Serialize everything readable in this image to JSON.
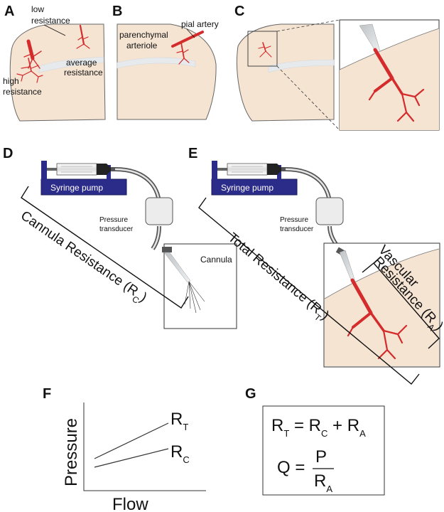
{
  "colors": {
    "tissue": "#f6e4d3",
    "vessel": "#d42c2c",
    "pump": "#2b2b8a",
    "white_matter": "#e9ecee",
    "tube_dark": "#555555",
    "outline": "#555555"
  },
  "panels": {
    "a": {
      "letter": "A",
      "label_low": "low",
      "label_low2": "resistance",
      "label_high": "high",
      "label_high2": "resistance",
      "label_avg": "average",
      "label_avg2": "resistance"
    },
    "b": {
      "letter": "B",
      "label_pial": "pial artery",
      "label_par1": "parenchymal",
      "label_par2": "arteriole"
    },
    "c": {
      "letter": "C"
    },
    "d": {
      "letter": "D",
      "pump": "Syringe pump",
      "pt1": "Pressure",
      "pt2": "transducer",
      "cannula": "Cannula",
      "resist_label": "Cannula Resistance (R",
      "resist_sub": "C",
      "resist_close": ")"
    },
    "e": {
      "letter": "E",
      "pump": "Syringe pump",
      "pt1": "Pressure",
      "pt2": "transducer",
      "total_label": "Total Resistance (R",
      "total_sub": "T",
      "total_close": ")",
      "vasc1": "Vascular",
      "vasc2": "Resistance (R",
      "vasc_sub": "A",
      "vasc_close": ")"
    },
    "f": {
      "letter": "F",
      "ylabel": "Pressure",
      "xlabel": "Flow",
      "line1_main": "R",
      "line1_sub": "T",
      "line2_main": "R",
      "line2_sub": "C"
    },
    "g": {
      "letter": "G",
      "eq1": {
        "r": "R",
        "t": "T",
        "eqsign": " = ",
        "r2": "R",
        "c": "C",
        "plus": " + ",
        "r3": "R",
        "a": "A"
      },
      "eq2": {
        "q": "Q = ",
        "num": "P",
        "den": "R",
        "den_sub": "A"
      }
    }
  }
}
